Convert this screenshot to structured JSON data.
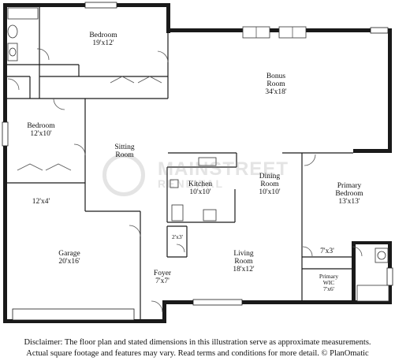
{
  "rooms": {
    "bedroom_top": {
      "name": "Bedroom",
      "dim": "19'x12'"
    },
    "bonus": {
      "name": "Bonus",
      "name2": "Room",
      "dim": "34'x18'"
    },
    "bedroom_left": {
      "name": "Bedroom",
      "dim": "12'x10'"
    },
    "sitting": {
      "name": "Sitting",
      "name2": "Room",
      "dim": ""
    },
    "kitchen": {
      "name": "Kitchen",
      "dim": "10'x10'"
    },
    "dining": {
      "name": "Dining",
      "name2": "Room",
      "dim": "10'x10'"
    },
    "primary_bedroom": {
      "name": "Primary",
      "name2": "Bedroom",
      "dim": "13'x13'"
    },
    "storage": {
      "dim": "12'x4'"
    },
    "garage": {
      "name": "Garage",
      "dim": "20'x16'"
    },
    "pantry": {
      "dim": "2'x3'"
    },
    "primary_bath": {
      "dim": "7'x3'"
    },
    "primary_wic": {
      "name": "Primary",
      "name2": "WIC",
      "dim": "7'x6'"
    },
    "living": {
      "name": "Living",
      "name2": "Room",
      "dim": "18'x12'"
    },
    "foyer": {
      "name": "Foyer",
      "dim": "7'x7'"
    }
  },
  "watermark": {
    "line1": "MAINSTREET",
    "line2": "RENEWAL"
  },
  "disclaimer": {
    "line1": "Disclaimer: The floor plan and stated dimensions in this illustration serve as approximate measurements.",
    "line2": "Actual square footage and features may vary. Read terms and conditions for more detail. © PlanOmatic"
  }
}
